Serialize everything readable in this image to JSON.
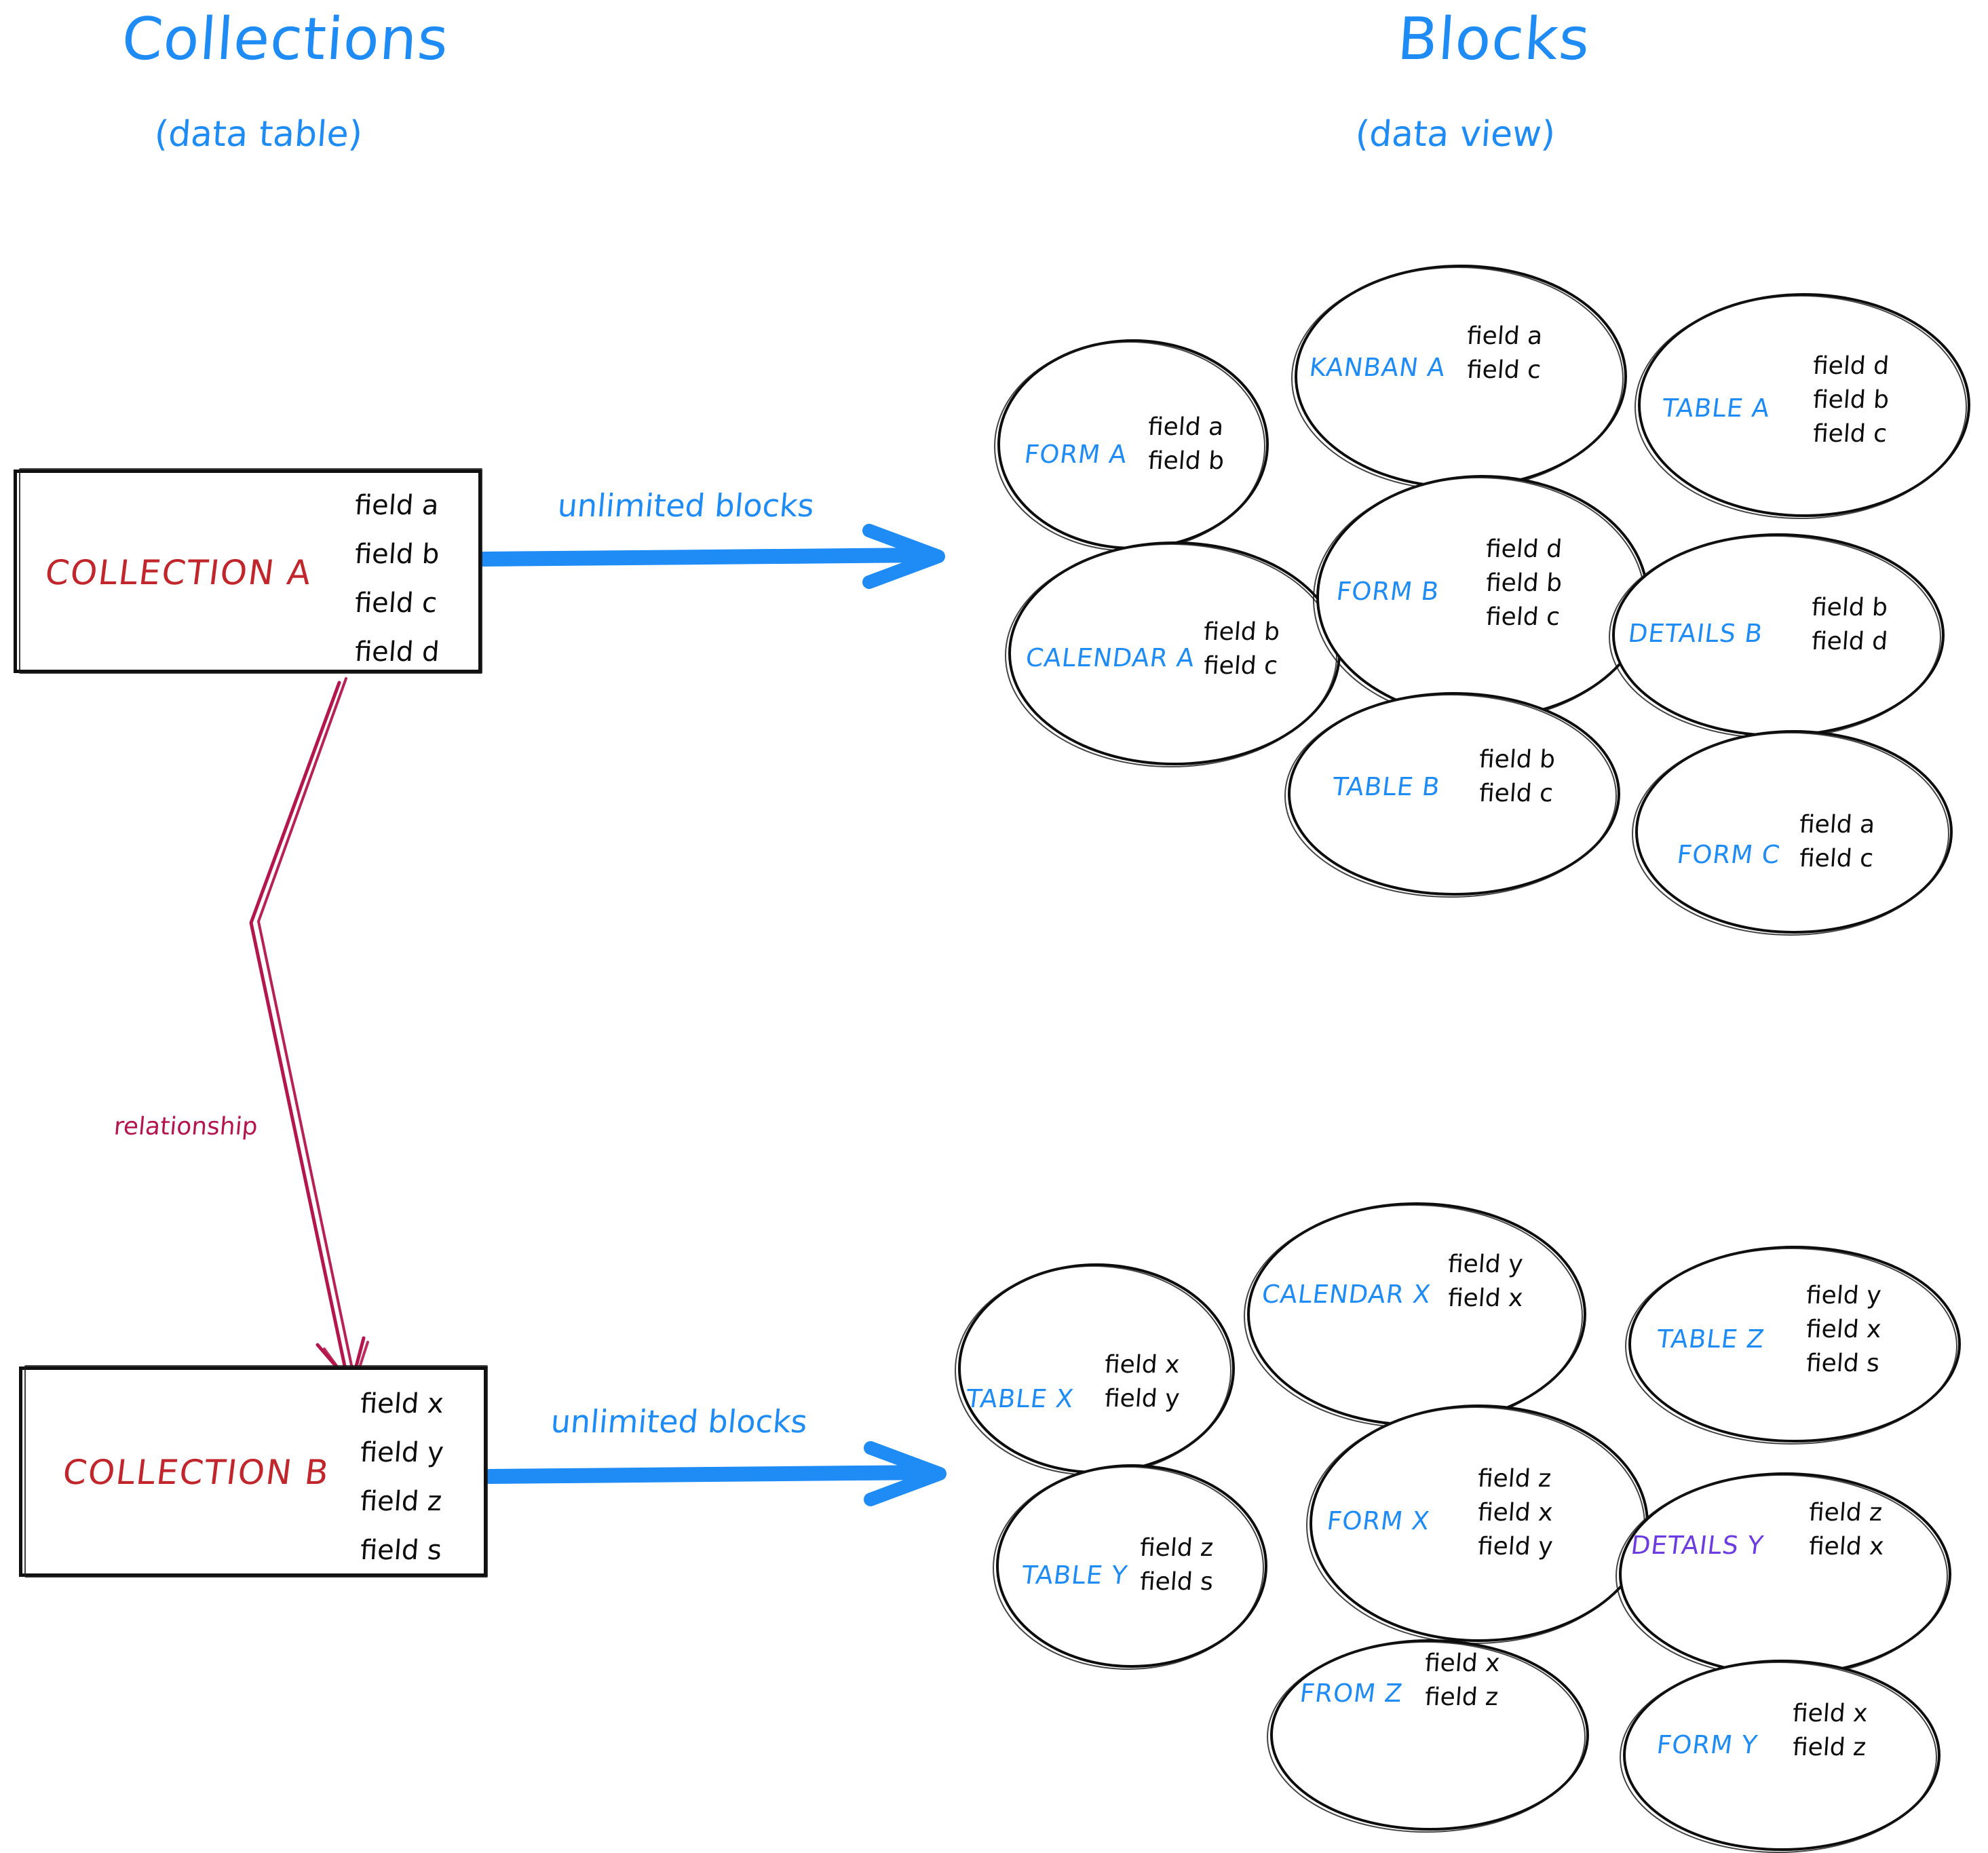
{
  "colors": {
    "accent_blue": "#1f8cf5",
    "collection_red": "#c0262b",
    "relationship_crimson": "#b3164b",
    "details_y_purple": "#6d3ce0",
    "ink_black": "#0d0d0d",
    "background": "#ffffff"
  },
  "headers": {
    "left": {
      "title": "Collections",
      "subtitle": "(data table)"
    },
    "right": {
      "title": "Blocks",
      "subtitle": "(data view)"
    }
  },
  "collections": [
    {
      "id": "collection-a",
      "name": "COLLECTION A",
      "fields": [
        "field a",
        "field b",
        "field c",
        "field d"
      ],
      "arrow_label": "unlimited blocks"
    },
    {
      "id": "collection-b",
      "name": "COLLECTION B",
      "fields": [
        "field x",
        "field y",
        "field z",
        "field s"
      ],
      "arrow_label": "unlimited blocks"
    }
  ],
  "relationship": {
    "label": "relationship",
    "from": "COLLECTION A",
    "to": "COLLECTION B"
  },
  "blocks_top": [
    {
      "id": "form-a",
      "name": "FORM A",
      "color": "#1f8cf5",
      "fields": [
        "field a",
        "field b"
      ]
    },
    {
      "id": "kanban-a",
      "name": "KANBAN A",
      "color": "#1f8cf5",
      "fields": [
        "field a",
        "field c"
      ]
    },
    {
      "id": "table-a",
      "name": "TABLE A",
      "color": "#1f8cf5",
      "fields": [
        "field d",
        "field b",
        "field c"
      ]
    },
    {
      "id": "calendar-a",
      "name": "CALENDAR A",
      "color": "#1f8cf5",
      "fields": [
        "field b",
        "field c"
      ]
    },
    {
      "id": "form-b",
      "name": "FORM B",
      "color": "#1f8cf5",
      "fields": [
        "field d",
        "field b",
        "field c"
      ]
    },
    {
      "id": "details-b",
      "name": "DETAILS B",
      "color": "#1f8cf5",
      "fields": [
        "field b",
        "field d"
      ]
    },
    {
      "id": "table-b",
      "name": "TABLE B",
      "color": "#1f8cf5",
      "fields": [
        "field b",
        "field c"
      ]
    },
    {
      "id": "form-c",
      "name": "FORM C",
      "color": "#1f8cf5",
      "fields": [
        "field a",
        "field c"
      ]
    }
  ],
  "blocks_bottom": [
    {
      "id": "table-x",
      "name": "TABLE X",
      "color": "#1f8cf5",
      "fields": [
        "field x",
        "field y"
      ]
    },
    {
      "id": "calendar-x",
      "name": "CALENDAR X",
      "color": "#1f8cf5",
      "fields": [
        "field y",
        "field x"
      ]
    },
    {
      "id": "table-z",
      "name": "TABLE Z",
      "color": "#1f8cf5",
      "fields": [
        "field y",
        "field x",
        "field s"
      ]
    },
    {
      "id": "table-y",
      "name": "TABLE Y",
      "color": "#1f8cf5",
      "fields": [
        "field z",
        "field s"
      ]
    },
    {
      "id": "form-x",
      "name": "FORM X",
      "color": "#1f8cf5",
      "fields": [
        "field z",
        "field x",
        "field y"
      ]
    },
    {
      "id": "details-y",
      "name": "DETAILS Y",
      "color": "#6d3ce0",
      "fields": [
        "field z",
        "field x"
      ]
    },
    {
      "id": "from-z",
      "name": "FROM Z",
      "color": "#1f8cf5",
      "fields": [
        "field x",
        "field z"
      ]
    },
    {
      "id": "form-y",
      "name": "FORM Y",
      "color": "#1f8cf5",
      "fields": [
        "field x",
        "field z"
      ]
    }
  ]
}
